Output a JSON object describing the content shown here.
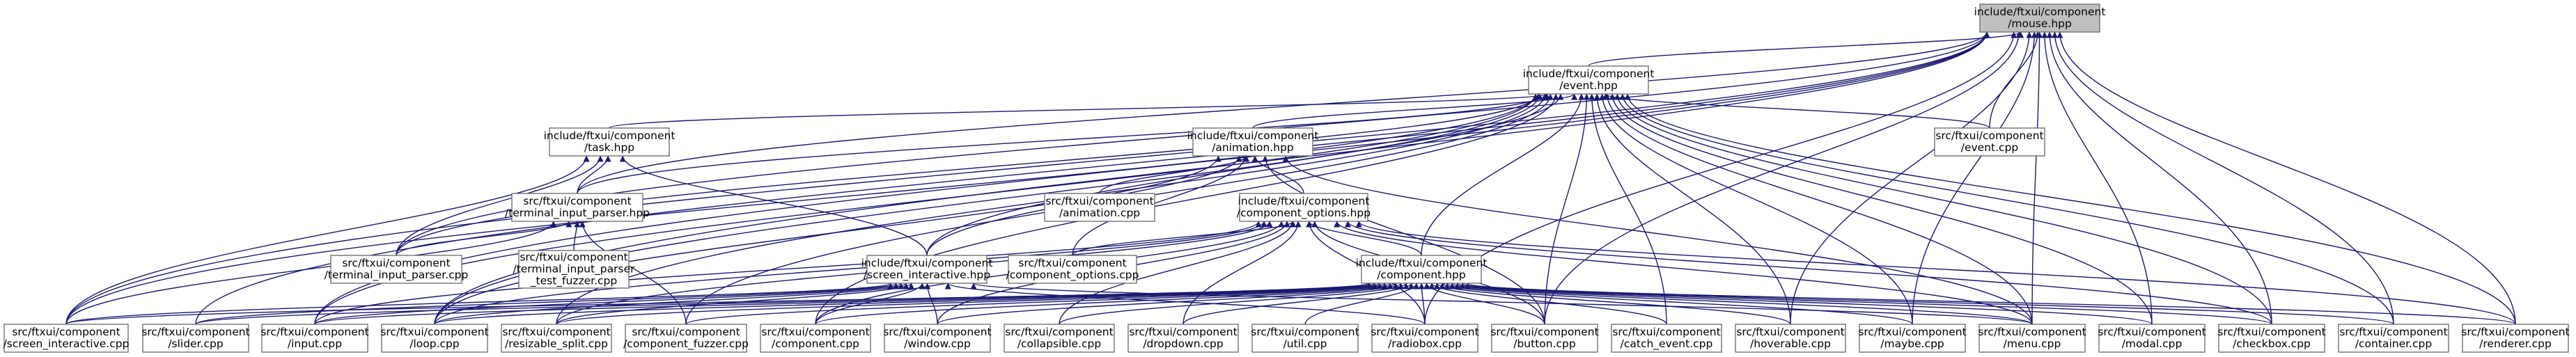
{
  "diagram": {
    "type": "include-dependency-graph",
    "colors": {
      "edge": "#191970",
      "node_border": "#666666",
      "root_fill": "#bfbfbf",
      "node_fill": "#ffffff"
    },
    "nodes": [
      {
        "id": "mouse",
        "lines": [
          "include/ftxui/component",
          "/mouse.hpp"
        ],
        "root": true
      },
      {
        "id": "event_hpp",
        "lines": [
          "include/ftxui/component",
          "/event.hpp"
        ]
      },
      {
        "id": "task_hpp",
        "lines": [
          "include/ftxui/component",
          "/task.hpp"
        ]
      },
      {
        "id": "animation_hpp",
        "lines": [
          "include/ftxui/component",
          "/animation.hpp"
        ]
      },
      {
        "id": "event_cpp",
        "lines": [
          "src/ftxui/component",
          "/event.cpp"
        ]
      },
      {
        "id": "tip_hpp",
        "lines": [
          "src/ftxui/component",
          "/terminal_input_parser.hpp"
        ]
      },
      {
        "id": "animation_cpp",
        "lines": [
          "src/ftxui/component",
          "/animation.cpp"
        ]
      },
      {
        "id": "compopt_hpp",
        "lines": [
          "include/ftxui/component",
          "/component_options.hpp"
        ]
      },
      {
        "id": "tip_cpp",
        "lines": [
          "src/ftxui/component",
          "/terminal_input_parser.cpp"
        ]
      },
      {
        "id": "tip_fuzz",
        "lines": [
          "src/ftxui/component",
          "/terminal_input_parser",
          "_test_fuzzer.cpp"
        ]
      },
      {
        "id": "si_hpp",
        "lines": [
          "include/ftxui/component",
          "/screen_interactive.hpp"
        ]
      },
      {
        "id": "compopt_cpp",
        "lines": [
          "src/ftxui/component",
          "/component_options.cpp"
        ]
      },
      {
        "id": "comp_hpp",
        "lines": [
          "include/ftxui/component",
          "/component.hpp"
        ]
      },
      {
        "id": "si_cpp",
        "lines": [
          "src/ftxui/component",
          "/screen_interactive.cpp"
        ]
      },
      {
        "id": "slider",
        "lines": [
          "src/ftxui/component",
          "/slider.cpp"
        ]
      },
      {
        "id": "input",
        "lines": [
          "src/ftxui/component",
          "/input.cpp"
        ]
      },
      {
        "id": "loop",
        "lines": [
          "src/ftxui/component",
          "/loop.cpp"
        ]
      },
      {
        "id": "resizable",
        "lines": [
          "src/ftxui/component",
          "/resizable_split.cpp"
        ]
      },
      {
        "id": "fuzzer",
        "lines": [
          "src/ftxui/component",
          "/component_fuzzer.cpp"
        ]
      },
      {
        "id": "component_cpp",
        "lines": [
          "src/ftxui/component",
          "/component.cpp"
        ]
      },
      {
        "id": "window",
        "lines": [
          "src/ftxui/component",
          "/window.cpp"
        ]
      },
      {
        "id": "collapsible",
        "lines": [
          "src/ftxui/component",
          "/collapsible.cpp"
        ]
      },
      {
        "id": "dropdown",
        "lines": [
          "src/ftxui/component",
          "/dropdown.cpp"
        ]
      },
      {
        "id": "util",
        "lines": [
          "src/ftxui/component",
          "/util.cpp"
        ]
      },
      {
        "id": "radiobox",
        "lines": [
          "src/ftxui/component",
          "/radiobox.cpp"
        ]
      },
      {
        "id": "button",
        "lines": [
          "src/ftxui/component",
          "/button.cpp"
        ]
      },
      {
        "id": "catch_event",
        "lines": [
          "src/ftxui/component",
          "/catch_event.cpp"
        ]
      },
      {
        "id": "hoverable",
        "lines": [
          "src/ftxui/component",
          "/hoverable.cpp"
        ]
      },
      {
        "id": "maybe",
        "lines": [
          "src/ftxui/component",
          "/maybe.cpp"
        ]
      },
      {
        "id": "menu",
        "lines": [
          "src/ftxui/component",
          "/menu.cpp"
        ]
      },
      {
        "id": "modal",
        "lines": [
          "src/ftxui/component",
          "/modal.cpp"
        ]
      },
      {
        "id": "checkbox",
        "lines": [
          "src/ftxui/component",
          "/checkbox.cpp"
        ]
      },
      {
        "id": "container",
        "lines": [
          "src/ftxui/component",
          "/container.cpp"
        ]
      },
      {
        "id": "renderer",
        "lines": [
          "src/ftxui/component",
          "/renderer.cpp"
        ]
      }
    ],
    "edges": [
      [
        "event_hpp",
        "mouse"
      ],
      [
        "event_cpp",
        "mouse"
      ],
      [
        "tip_hpp",
        "mouse"
      ],
      [
        "tip_cpp",
        "mouse"
      ],
      [
        "si_cpp",
        "mouse"
      ],
      [
        "slider",
        "mouse"
      ],
      [
        "input",
        "mouse"
      ],
      [
        "loop",
        "mouse"
      ],
      [
        "radiobox",
        "mouse"
      ],
      [
        "button",
        "mouse"
      ],
      [
        "hoverable",
        "mouse"
      ],
      [
        "maybe",
        "mouse"
      ],
      [
        "menu",
        "mouse"
      ],
      [
        "modal",
        "mouse"
      ],
      [
        "checkbox",
        "mouse"
      ],
      [
        "container",
        "mouse"
      ],
      [
        "renderer",
        "mouse"
      ],
      [
        "task_hpp",
        "event_hpp"
      ],
      [
        "animation_hpp",
        "event_hpp"
      ],
      [
        "event_cpp",
        "event_hpp"
      ],
      [
        "tip_hpp",
        "event_hpp"
      ],
      [
        "tip_cpp",
        "event_hpp"
      ],
      [
        "si_hpp",
        "event_hpp"
      ],
      [
        "comp_hpp",
        "event_hpp"
      ],
      [
        "si_cpp",
        "event_hpp"
      ],
      [
        "input",
        "event_hpp"
      ],
      [
        "loop",
        "event_hpp"
      ],
      [
        "resizable",
        "event_hpp"
      ],
      [
        "fuzzer",
        "event_hpp"
      ],
      [
        "component_cpp",
        "event_hpp"
      ],
      [
        "button",
        "event_hpp"
      ],
      [
        "catch_event",
        "event_hpp"
      ],
      [
        "hoverable",
        "event_hpp"
      ],
      [
        "maybe",
        "event_hpp"
      ],
      [
        "menu",
        "event_hpp"
      ],
      [
        "modal",
        "event_hpp"
      ],
      [
        "checkbox",
        "event_hpp"
      ],
      [
        "container",
        "event_hpp"
      ],
      [
        "renderer",
        "event_hpp"
      ],
      [
        "tip_hpp",
        "task_hpp"
      ],
      [
        "tip_cpp",
        "task_hpp"
      ],
      [
        "si_hpp",
        "task_hpp"
      ],
      [
        "si_cpp",
        "task_hpp"
      ],
      [
        "animation_cpp",
        "animation_hpp"
      ],
      [
        "compopt_hpp",
        "animation_hpp"
      ],
      [
        "si_hpp",
        "animation_hpp"
      ],
      [
        "compopt_cpp",
        "animation_hpp"
      ],
      [
        "loop",
        "animation_hpp"
      ],
      [
        "button",
        "animation_hpp"
      ],
      [
        "menu",
        "animation_hpp"
      ],
      [
        "tip_cpp",
        "tip_hpp"
      ],
      [
        "tip_fuzz",
        "tip_hpp"
      ],
      [
        "si_cpp",
        "tip_hpp"
      ],
      [
        "fuzzer",
        "tip_hpp"
      ],
      [
        "comp_hpp",
        "compopt_hpp"
      ],
      [
        "compopt_cpp",
        "compopt_hpp"
      ],
      [
        "input",
        "compopt_hpp"
      ],
      [
        "loop",
        "compopt_hpp"
      ],
      [
        "resizable",
        "compopt_hpp"
      ],
      [
        "component_cpp",
        "compopt_hpp"
      ],
      [
        "window",
        "compopt_hpp"
      ],
      [
        "collapsible",
        "compopt_hpp"
      ],
      [
        "dropdown",
        "compopt_hpp"
      ],
      [
        "radiobox",
        "compopt_hpp"
      ],
      [
        "button",
        "compopt_hpp"
      ],
      [
        "checkbox",
        "compopt_hpp"
      ],
      [
        "menu",
        "compopt_hpp"
      ],
      [
        "renderer",
        "compopt_hpp"
      ],
      [
        "si_cpp",
        "si_hpp"
      ],
      [
        "slider",
        "si_hpp"
      ],
      [
        "input",
        "si_hpp"
      ],
      [
        "loop",
        "si_hpp"
      ],
      [
        "resizable",
        "si_hpp"
      ],
      [
        "component_cpp",
        "si_hpp"
      ],
      [
        "window",
        "si_hpp"
      ],
      [
        "radiobox",
        "si_hpp"
      ],
      [
        "menu",
        "si_hpp"
      ],
      [
        "si_cpp",
        "comp_hpp"
      ],
      [
        "slider",
        "comp_hpp"
      ],
      [
        "input",
        "comp_hpp"
      ],
      [
        "loop",
        "comp_hpp"
      ],
      [
        "resizable",
        "comp_hpp"
      ],
      [
        "fuzzer",
        "comp_hpp"
      ],
      [
        "component_cpp",
        "comp_hpp"
      ],
      [
        "window",
        "comp_hpp"
      ],
      [
        "collapsible",
        "comp_hpp"
      ],
      [
        "dropdown",
        "comp_hpp"
      ],
      [
        "util",
        "comp_hpp"
      ],
      [
        "radiobox",
        "comp_hpp"
      ],
      [
        "button",
        "comp_hpp"
      ],
      [
        "catch_event",
        "comp_hpp"
      ],
      [
        "hoverable",
        "comp_hpp"
      ],
      [
        "maybe",
        "comp_hpp"
      ],
      [
        "menu",
        "comp_hpp"
      ],
      [
        "modal",
        "comp_hpp"
      ],
      [
        "checkbox",
        "comp_hpp"
      ],
      [
        "container",
        "comp_hpp"
      ],
      [
        "renderer",
        "comp_hpp"
      ]
    ]
  }
}
